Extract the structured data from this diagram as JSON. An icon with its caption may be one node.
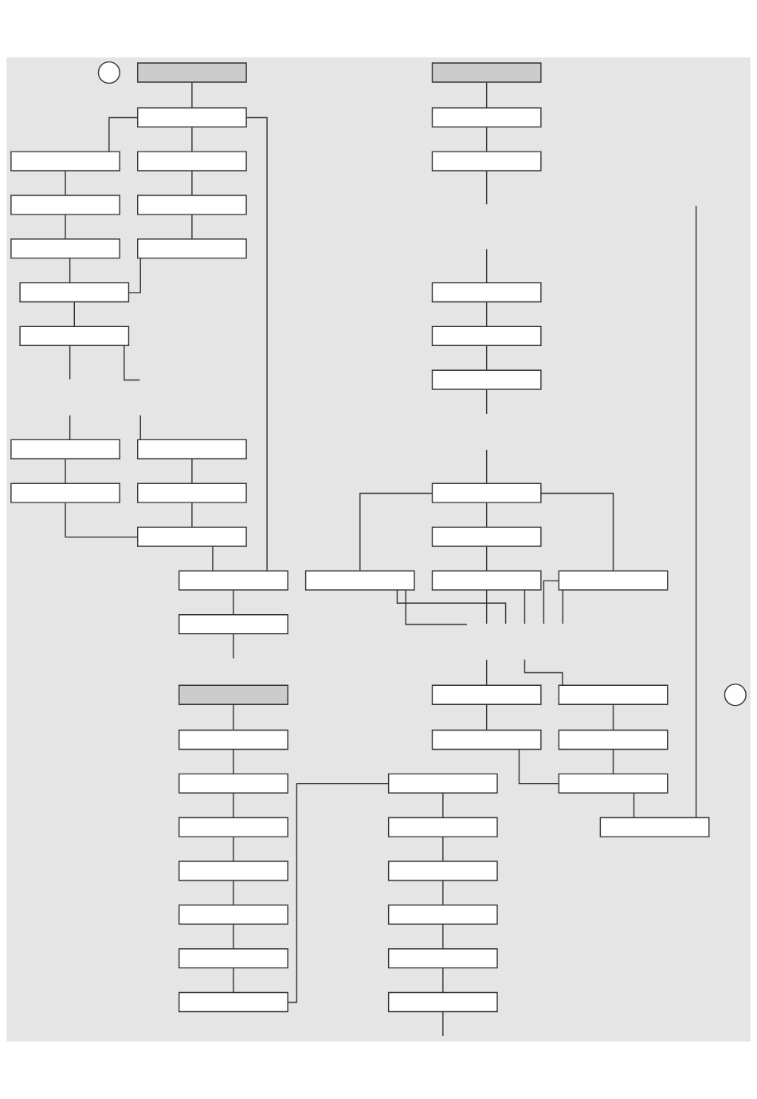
{
  "diagram": {
    "nodes": [
      {
        "text": [],
        "shape": "circle"
      },
      {
        "text": [],
        "shape": "box"
      },
      {
        "text": [],
        "shape": "box"
      },
      {
        "text": [],
        "shape": "box"
      },
      {
        "text": [],
        "shape": "box"
      },
      {
        "text": [],
        "shape": "box"
      },
      {
        "text": [],
        "shape": "box"
      },
      {
        "text": [],
        "shape": "box"
      },
      {
        "text": [],
        "shape": "box"
      },
      {
        "text": [],
        "shape": "box"
      },
      {
        "text": [],
        "shape": "box"
      },
      {
        "text": [],
        "shape": "box"
      },
      {
        "text": [],
        "shape": "box"
      },
      {
        "text": [],
        "shape": "box"
      },
      {
        "text": [],
        "shape": "box"
      },
      {
        "text": [],
        "shape": "box"
      },
      {
        "text": [],
        "shape": "box"
      },
      {
        "text": [],
        "shape": "box"
      },
      {
        "text": [],
        "shape": "box"
      },
      {
        "text": [],
        "shape": "box"
      },
      {
        "text": [],
        "shape": "box"
      },
      {
        "text": [],
        "shape": "box"
      },
      {
        "text": [],
        "shape": "box"
      },
      {
        "text": [],
        "shape": "box"
      },
      {
        "text": [],
        "shape": "box"
      },
      {
        "text": [],
        "shape": "box"
      },
      {
        "text": [],
        "shape": "box"
      },
      {
        "text": [],
        "shape": "box"
      },
      {
        "text": [],
        "shape": "box"
      },
      {
        "text": [],
        "shape": "box"
      },
      {
        "text": [],
        "shape": "box"
      },
      {
        "text": [],
        "shape": "box"
      },
      {
        "text": [],
        "shape": "box"
      },
      {
        "text": [],
        "shape": "box"
      },
      {
        "text": [],
        "shape": "box"
      },
      {
        "text": [],
        "shape": "circle"
      },
      {
        "text": [],
        "shape": "box"
      },
      {
        "text": [],
        "shape": "box"
      },
      {
        "text": [],
        "shape": "box"
      },
      {
        "text": [],
        "shape": "box"
      },
      {
        "text": [],
        "shape": "box"
      },
      {
        "text": [],
        "shape": "box"
      },
      {
        "text": [],
        "shape": "box"
      },
      {
        "text": [],
        "shape": "box"
      },
      {
        "text": [],
        "shape": "box"
      },
      {
        "text": [],
        "shape": "box"
      },
      {
        "text": [],
        "shape": "box"
      },
      {
        "text": [],
        "shape": "box"
      },
      {
        "text": [],
        "shape": "box"
      },
      {
        "text": [],
        "shape": "box"
      }
    ],
    "edges": [
      {
        "from": 1,
        "to": 2,
        "arrow": "none"
      },
      {
        "from": 2,
        "to": 3,
        "arrow": "none"
      },
      {
        "from": 2,
        "to": 4,
        "arrow": "none"
      },
      {
        "from": 2,
        "to": 16,
        "arrow": "none"
      },
      {
        "from": 3,
        "to": 5,
        "arrow": "none"
      },
      {
        "from": 5,
        "to": 7,
        "arrow": "none"
      },
      {
        "from": 4,
        "to": 6,
        "arrow": "none"
      },
      {
        "from": 6,
        "to": 8,
        "arrow": "none"
      },
      {
        "from": 7,
        "to": 9,
        "arrow": "none"
      },
      {
        "from": 8,
        "to": 9,
        "arrow": "none"
      },
      {
        "from": 9,
        "to": 10,
        "arrow": "none"
      },
      {
        "from": 10,
        "to": null,
        "arrow": "none"
      },
      {
        "from": 10,
        "to": null,
        "arrow": "none"
      },
      {
        "from": null,
        "to": 11,
        "arrow": "none"
      },
      {
        "from": null,
        "to": 12,
        "arrow": "none"
      },
      {
        "from": 11,
        "to": 13,
        "arrow": "none"
      },
      {
        "from": 12,
        "to": 14,
        "arrow": "none"
      },
      {
        "from": 13,
        "to": 15,
        "arrow": "none"
      },
      {
        "from": 14,
        "to": 15,
        "arrow": "none"
      },
      {
        "from": 15,
        "to": 16,
        "arrow": "none"
      },
      {
        "from": 16,
        "to": 17,
        "arrow": "none"
      },
      {
        "from": 17,
        "to": null,
        "arrow": "none"
      },
      {
        "from": 18,
        "to": 19,
        "arrow": "none"
      },
      {
        "from": 19,
        "to": 20,
        "arrow": "none"
      },
      {
        "from": 20,
        "to": null,
        "arrow": "none"
      },
      {
        "from": null,
        "to": 21,
        "arrow": "none"
      },
      {
        "from": 21,
        "to": 22,
        "arrow": "none"
      },
      {
        "from": 22,
        "to": 23,
        "arrow": "none"
      },
      {
        "from": 23,
        "to": null,
        "arrow": "none"
      },
      {
        "from": null,
        "to": 24,
        "arrow": "none"
      },
      {
        "from": 24,
        "to": 25,
        "arrow": "none"
      },
      {
        "from": 24,
        "to": 26,
        "arrow": "none"
      },
      {
        "from": 24,
        "to": 27,
        "arrow": "none"
      },
      {
        "from": 26,
        "to": 28,
        "arrow": "none"
      },
      {
        "from": 25,
        "to": null,
        "arrow": "none"
      },
      {
        "from": 25,
        "to": null,
        "arrow": "none"
      },
      {
        "from": 28,
        "to": null,
        "arrow": "none"
      },
      {
        "from": 28,
        "to": null,
        "arrow": "none"
      },
      {
        "from": 27,
        "to": null,
        "arrow": "none"
      },
      {
        "from": 27,
        "to": null,
        "arrow": "none"
      },
      {
        "from": null,
        "to": 29,
        "arrow": "none"
      },
      {
        "from": null,
        "to": 30,
        "arrow": "none"
      },
      {
        "from": 29,
        "to": 31,
        "arrow": "none"
      },
      {
        "from": 30,
        "to": 32,
        "arrow": "none"
      },
      {
        "from": 31,
        "to": 33,
        "arrow": "none"
      },
      {
        "from": 32,
        "to": 33,
        "arrow": "none"
      },
      {
        "from": 33,
        "to": 34,
        "arrow": "none"
      },
      {
        "from": 34,
        "to": null,
        "arrow": "none"
      },
      {
        "from": 36,
        "to": 37,
        "arrow": "none"
      },
      {
        "from": 37,
        "to": 38,
        "arrow": "none"
      },
      {
        "from": 38,
        "to": 39,
        "arrow": "none"
      },
      {
        "from": 39,
        "to": 40,
        "arrow": "none"
      },
      {
        "from": 40,
        "to": 41,
        "arrow": "none"
      },
      {
        "from": 41,
        "to": 42,
        "arrow": "none"
      },
      {
        "from": 42,
        "to": 43,
        "arrow": "none"
      },
      {
        "from": 43,
        "to": 44,
        "arrow": "none"
      },
      {
        "from": 44,
        "to": 45,
        "arrow": "none"
      },
      {
        "from": 45,
        "to": 46,
        "arrow": "none"
      },
      {
        "from": 46,
        "to": 47,
        "arrow": "none"
      },
      {
        "from": 47,
        "to": 48,
        "arrow": "none"
      },
      {
        "from": 48,
        "to": 49,
        "arrow": "none"
      },
      {
        "from": 49,
        "to": null,
        "arrow": "none"
      }
    ]
  }
}
